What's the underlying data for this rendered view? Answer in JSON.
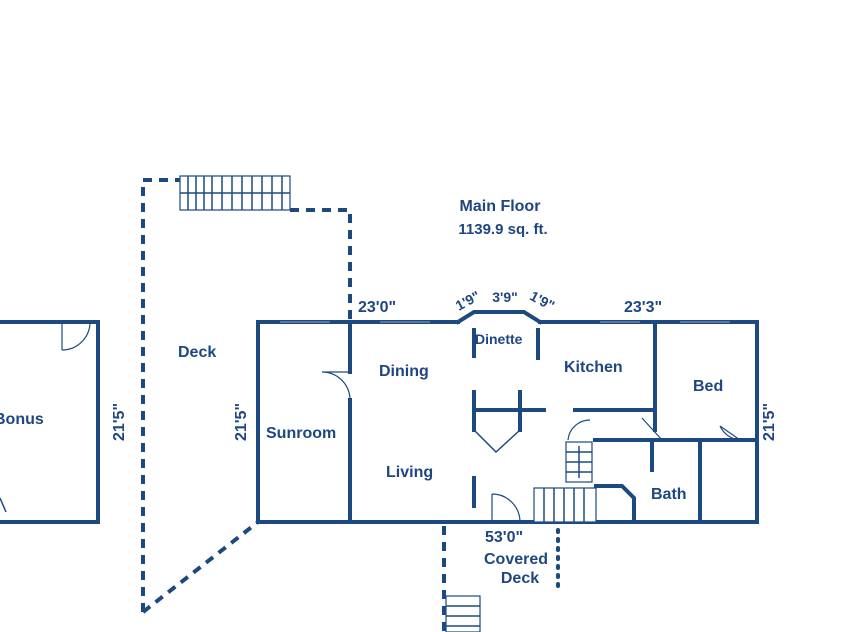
{
  "floor": {
    "title": "Main Floor",
    "area": "1139.9 sq. ft."
  },
  "rooms": {
    "bonus": "Bonus",
    "deck": "Deck",
    "sunroom": "Sunroom",
    "dining": "Dining",
    "living": "Living",
    "dinette": "Dinette",
    "kitchen": "Kitchen",
    "bed": "Bed",
    "bath": "Bath",
    "covered_deck_line1": "Covered",
    "covered_deck_line2": "Deck"
  },
  "dimensions": {
    "top_left": "23'0\"",
    "bay_left": "1'9\"",
    "bay_center": "3'9\"",
    "bay_right": "1'9\"",
    "top_right": "23'3\"",
    "bottom": "53'0\"",
    "bonus_depth": "21'5\"",
    "sunroom_depth": "21'5\"",
    "right_depth": "21'5\""
  },
  "colors": {
    "wall": "#1c4a80",
    "label": "#1f4680"
  }
}
